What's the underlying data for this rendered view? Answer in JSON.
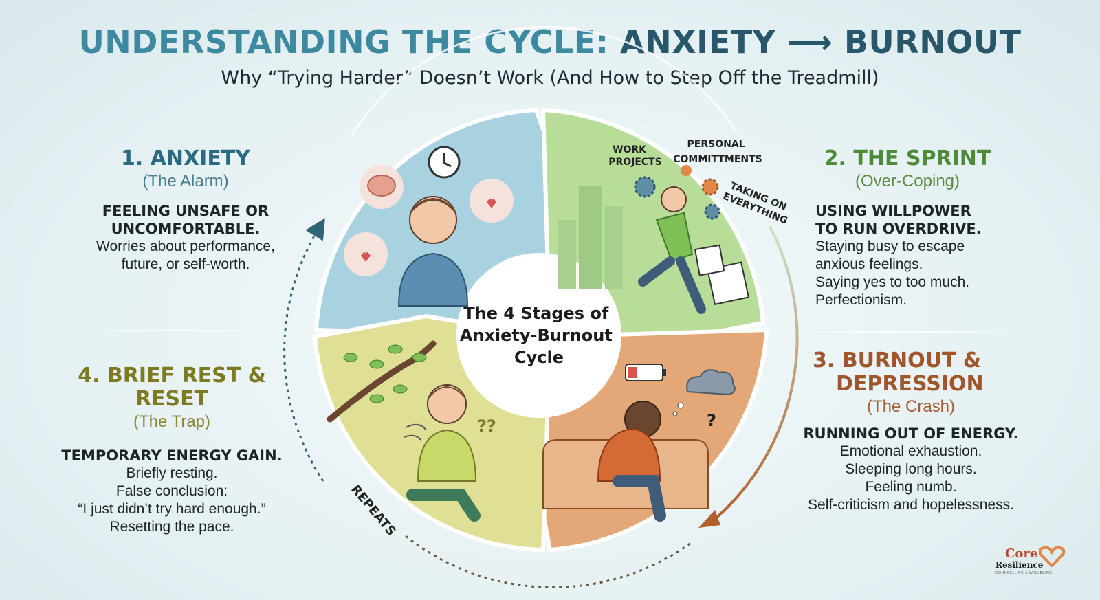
{
  "title": {
    "part1": "UNDERSTANDING THE CYCLE:",
    "part2": "ANXIETY",
    "arrow": "⟶",
    "part3": "BURNOUT"
  },
  "subtitle": "Why “Trying Harder” Doesn’t Work (And How to Step Off the Treadmill)",
  "center": {
    "line1": "The 4 Stages of",
    "line2": "Anxiety-Burnout",
    "line3": "Cycle"
  },
  "repeats_label": "REPEATS",
  "colors": {
    "anxiety": "#a9d2e0",
    "sprint": "#b7dd98",
    "burnout": "#e4a878",
    "rest": "#dfe096",
    "title_light": "#3d8aa0",
    "title_dark": "#28566a"
  },
  "stages": {
    "anxiety": {
      "heading": "1. ANXIETY",
      "subheading": "(The Alarm)",
      "lead": [
        "FEELING UNSAFE OR",
        "UNCOMFORTABLE."
      ],
      "body": [
        "Worries about performance,",
        "future, or self-worth."
      ]
    },
    "sprint": {
      "heading": "2. THE SPRINT",
      "subheading": "(Over-Coping)",
      "lead": [
        "USING WILLPOWER",
        "TO RUN OVERDRIVE."
      ],
      "body": [
        "Staying busy to escape",
        "anxious feelings.",
        "Saying yes to too much.",
        "Perfectionism."
      ]
    },
    "burnout": {
      "heading_line1": "3. BURNOUT &",
      "heading_line2": "DEPRESSION",
      "subheading": "(The Crash)",
      "lead": [
        "RUNNING OUT OF ENERGY."
      ],
      "body": [
        "Emotional exhaustion.",
        "Sleeping long hours.",
        "Feeling numb.",
        "Self-criticism and hopelessness."
      ]
    },
    "rest": {
      "heading": "4. BRIEF REST & RESET",
      "subheading": "(The Trap)",
      "lead": [
        "TEMPORARY ENERGY GAIN."
      ],
      "body": [
        "Briefly resting.",
        "False conclusion:",
        "“I just didn’t try hard enough.”",
        "Resetting the pace."
      ]
    }
  },
  "sprint_labels": {
    "work": [
      "WORK",
      "PROJECTS"
    ],
    "personal": [
      "PERSONAL",
      "COMMITTMENTS"
    ],
    "taking": [
      "TAKING ON",
      "EVERYTHING"
    ]
  },
  "rest_marks": "??",
  "burnout_mark": "?",
  "logo": {
    "line1": "Core",
    "line2": "Resilience",
    "line3": "COUNSELLING & WELLBEING"
  }
}
